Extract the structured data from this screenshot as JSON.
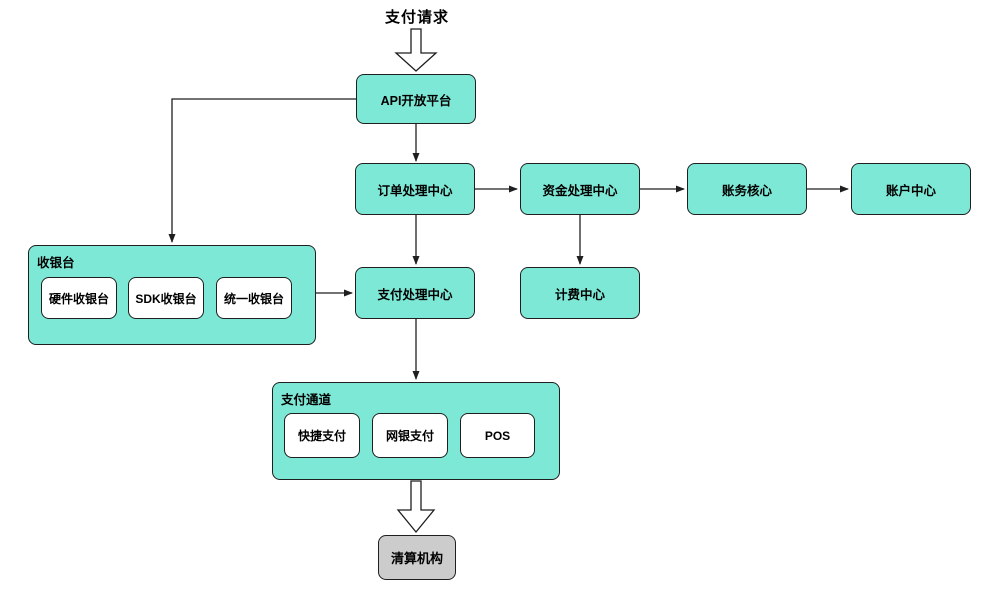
{
  "diagram": {
    "title": "支付请求",
    "nodes": {
      "api": "API开放平台",
      "order": "订单处理中心",
      "funds": "资金处理中心",
      "accounting": "账务核心",
      "account": "账户中心",
      "payment": "支付处理中心",
      "billing": "计费中心",
      "clearing": "清算机构"
    },
    "groups": {
      "cashier": {
        "label": "收银台",
        "children": [
          "硬件收银台",
          "SDK收银台",
          "统一收银台"
        ]
      },
      "channel": {
        "label": "支付通道",
        "children": [
          "快捷支付",
          "网银支付",
          "POS"
        ]
      }
    },
    "colors": {
      "node_fill": "#7ee8d6",
      "node_border": "#1f1f1f",
      "child_fill": "#ffffff",
      "clearing_fill": "#cccccc",
      "connector": "#1f1f1f"
    }
  }
}
